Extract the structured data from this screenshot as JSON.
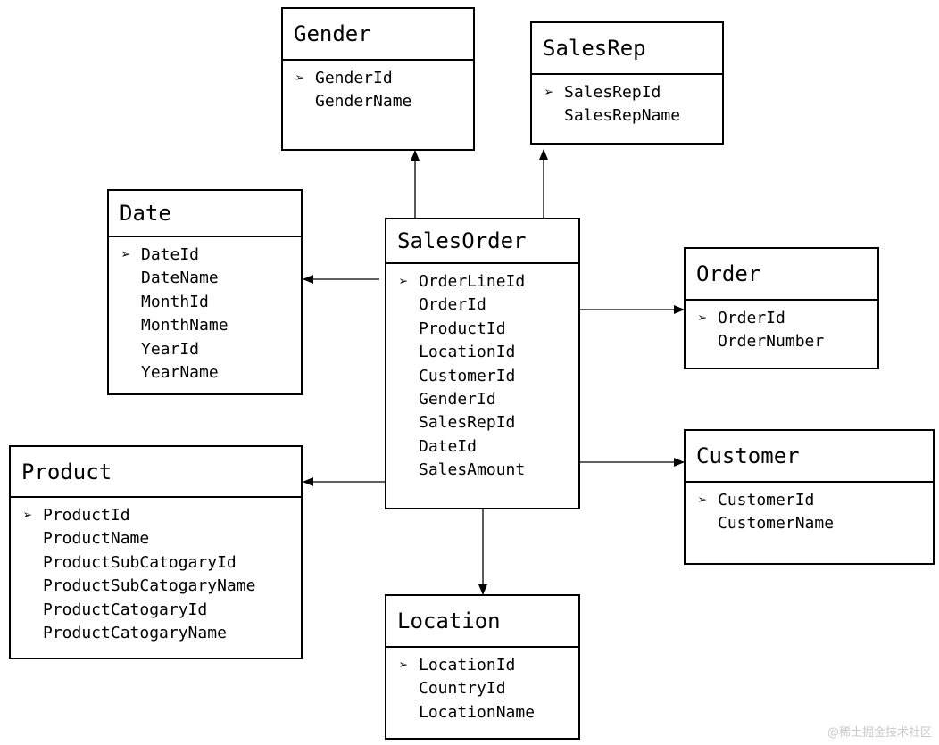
{
  "entities": {
    "gender": {
      "title": "Gender",
      "key": "GenderId",
      "fields": [
        "GenderName"
      ]
    },
    "salesrep": {
      "title": "SalesRep",
      "key": "SalesRepId",
      "fields": [
        "SalesRepName"
      ]
    },
    "date": {
      "title": "Date",
      "key": "DateId",
      "fields": [
        "DateName",
        "MonthId",
        "MonthName",
        "YearId",
        "YearName"
      ]
    },
    "salesorder": {
      "title": "SalesOrder",
      "key": "OrderLineId",
      "fields": [
        "OrderId",
        "ProductId",
        "LocationId",
        "CustomerId",
        "GenderId",
        "SalesRepId",
        "DateId",
        "SalesAmount"
      ]
    },
    "order": {
      "title": "Order",
      "key": "OrderId",
      "fields": [
        "OrderNumber"
      ]
    },
    "customer": {
      "title": "Customer",
      "key": "CustomerId",
      "fields": [
        "CustomerName"
      ]
    },
    "product": {
      "title": "Product",
      "key": "ProductId",
      "fields": [
        "ProductName",
        "ProductSubCatogaryId",
        "ProductSubCatogaryName",
        "ProductCatogaryId",
        "ProductCatogaryName"
      ]
    },
    "location": {
      "title": "Location",
      "key": "LocationId",
      "fields": [
        "CountryId",
        "LocationName"
      ]
    }
  },
  "key_marker": "➢",
  "relationships": [
    {
      "from": "salesorder",
      "to": "gender"
    },
    {
      "from": "salesorder",
      "to": "salesrep"
    },
    {
      "from": "salesorder",
      "to": "date"
    },
    {
      "from": "salesorder",
      "to": "order"
    },
    {
      "from": "salesorder",
      "to": "customer"
    },
    {
      "from": "salesorder",
      "to": "product"
    },
    {
      "from": "salesorder",
      "to": "location"
    }
  ],
  "watermark": "@稀土掘金技术社区"
}
